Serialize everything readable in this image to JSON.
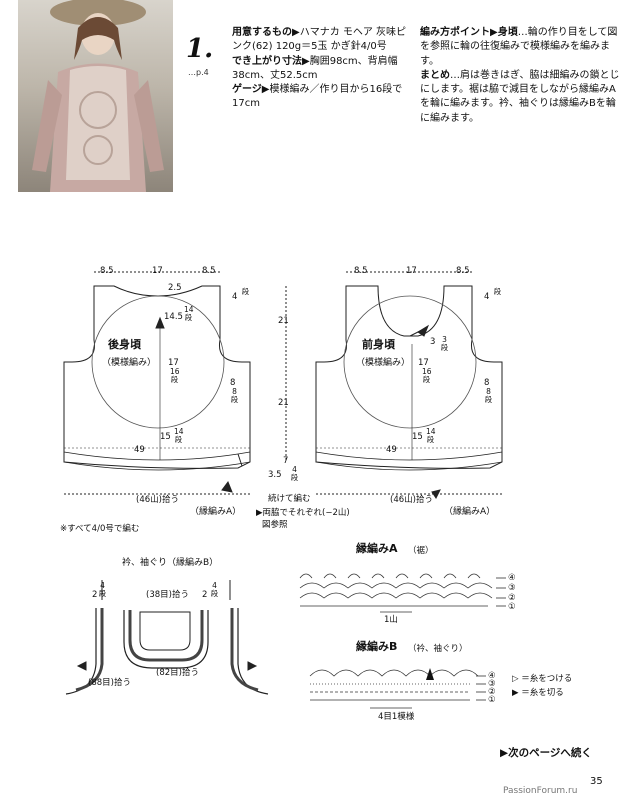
{
  "header": {
    "pattern_number": "1.",
    "page_ref": "…p.4"
  },
  "materials": {
    "heading": "用意するもの▶",
    "text": "ハマナカ モヘア 灰味ピンク(62) 120g＝5玉 かぎ針4/0号",
    "size_heading": "でき上がり寸法▶",
    "size_text": "胸囲98cm、背肩幅38cm、丈52.5cm",
    "gauge_heading": "ゲージ▶",
    "gauge_text": "模様編み／作り目から16段で17cm"
  },
  "instructions": {
    "heading": "編み方ポイント▶身頃",
    "text": "…輪の作り目をして図を参照に輪の往復編みで模様編みを編みます。",
    "finish_heading": "まとめ",
    "finish_text": "…肩は巻きはぎ、脇は細編みの鎖とじにします。裾は脇で減目をしながら縁編みAを輪に編みます。衿、袖ぐりは縁編みBを輪に編みます。"
  },
  "diagram": {
    "back": {
      "title": "後身頃",
      "subtitle": "（模様編み）",
      "top_dims": [
        "8.5",
        "17",
        "8.5"
      ],
      "neck_depth": "2.5",
      "shoulder": "4",
      "shoulder_rows": "段",
      "dim_21a": "21",
      "dim_21b": "21",
      "center_up": "14.5",
      "center_up_rows": "14段",
      "center_down": "17",
      "center_down_rows": "16段",
      "armhole": "8",
      "armhole_rows": "8段",
      "bottom_center": "15",
      "bottom_center_rows": "14段",
      "width": "49",
      "pickup": "(46山)拾う",
      "border_label": "（縁編みA）"
    },
    "front": {
      "title": "前身頃",
      "subtitle": "（模様編み）",
      "top_dims": [
        "8.5",
        "17",
        "8.5"
      ],
      "shoulder": "4",
      "neck_step": "3",
      "neck_step_rows": "3段",
      "center_down": "17",
      "center_down_rows": "16段",
      "armhole": "8",
      "armhole_rows": "8段",
      "bottom_center": "15",
      "bottom_center_rows": "14段",
      "width": "49",
      "pickup": "(46山)拾う",
      "border_label": "（縁編みA）"
    },
    "between": {
      "dim_7": "7",
      "dim_3_5": "3.5",
      "dim_4_rows": "4段",
      "note1": "続けて編む",
      "note2": "▶両脇でそれぞれ(−2山)",
      "note3": "図参照"
    },
    "note_needle": "※すべて4/0号で編む",
    "collar": {
      "title": "衿、袖ぐり（縁編みB）",
      "left_rows": "2",
      "left_rows_unit": "4段",
      "right_rows": "2",
      "right_rows_unit": "4段",
      "neck_pickup": "(38目)拾う",
      "front_pickup": "(82目)拾う",
      "arm_pickup": "(88目)拾う"
    },
    "edgeA": {
      "title": "縁編みA",
      "sub": "（裾）",
      "rows": [
        "④",
        "③",
        "②",
        "①"
      ],
      "repeat": "1山"
    },
    "edgeB": {
      "title": "縁編みB",
      "sub": "（衿、袖ぐり）",
      "rows": [
        "④",
        "③",
        "②",
        "①"
      ],
      "repeat": "4目1模様",
      "legend_attach": "▷ ＝糸をつける",
      "legend_cut": "▶ ＝糸を切る"
    }
  },
  "footer": {
    "next": "▶次のページへ続く",
    "page_number": "35",
    "watermark": "PassionForum.ru"
  }
}
